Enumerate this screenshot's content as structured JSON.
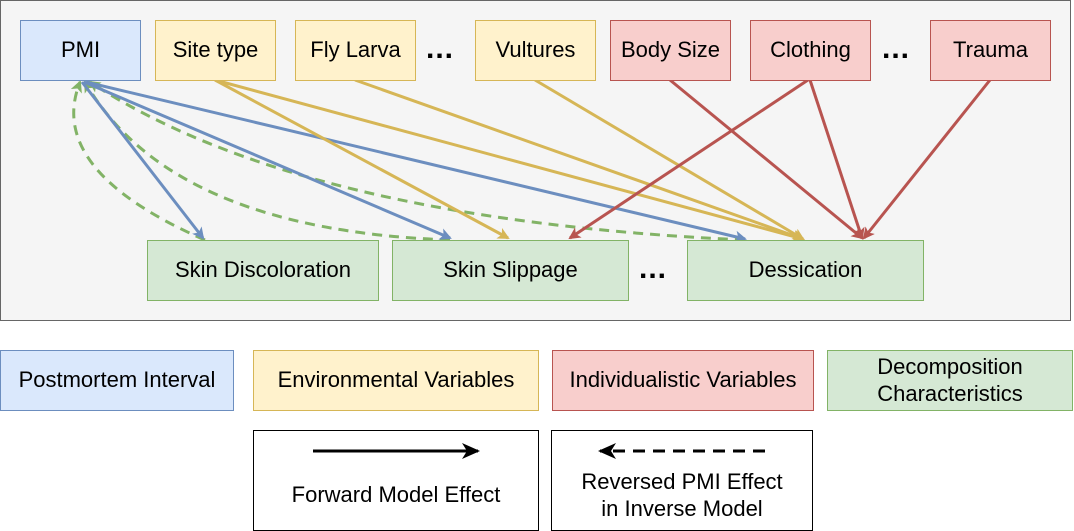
{
  "top_nodes": {
    "pmi": "PMI",
    "site_type": "Site type",
    "fly_larva": "Fly Larva",
    "ellipsis_env": "...",
    "vultures": "Vultures",
    "body_size": "Body Size",
    "clothing": "Clothing",
    "ellipsis_ind": "...",
    "trauma": "Trauma"
  },
  "bottom_nodes": {
    "skin_discoloration": "Skin Discoloration",
    "skin_slippage": "Skin Slippage",
    "ellipsis_dec": "...",
    "dessication": "Dessication"
  },
  "legend": {
    "postmortem_interval": "Postmortem Interval",
    "environmental_variables": "Environmental Variables",
    "individualistic_variables": "Individualistic Variables",
    "decomposition_line1": "Decomposition",
    "decomposition_line2": "Characteristics",
    "forward_label": "Forward Model Effect",
    "reversed_line1": "Reversed PMI Effect",
    "reversed_line2": "in Inverse Model"
  },
  "colors": {
    "blue_fill": "#dae8fc",
    "blue_stroke": "#6c8ebf",
    "yellow_fill": "#fff2cc",
    "yellow_stroke": "#d6b656",
    "red_fill": "#f8cecc",
    "red_stroke": "#b85450",
    "green_fill": "#d5e8d4",
    "green_stroke": "#82b366",
    "blue_arrow": "#6c8ebf",
    "yellow_arrow": "#d6b656",
    "red_arrow": "#b85450",
    "green_arrow": "#82b366"
  },
  "edges": [
    {
      "from": "pmi",
      "to": "skin_discoloration",
      "kind": "forward",
      "color": "blue"
    },
    {
      "from": "pmi",
      "to": "skin_slippage",
      "kind": "forward",
      "color": "blue"
    },
    {
      "from": "pmi",
      "to": "dessication",
      "kind": "forward",
      "color": "blue"
    },
    {
      "from": "skin_discoloration",
      "to": "pmi",
      "kind": "reversed",
      "color": "green"
    },
    {
      "from": "skin_slippage",
      "to": "pmi",
      "kind": "reversed",
      "color": "green"
    },
    {
      "from": "dessication",
      "to": "pmi",
      "kind": "reversed",
      "color": "green"
    },
    {
      "from": "site_type",
      "to": "skin_slippage",
      "kind": "forward",
      "color": "yellow"
    },
    {
      "from": "site_type",
      "to": "dessication",
      "kind": "forward",
      "color": "yellow"
    },
    {
      "from": "fly_larva",
      "to": "dessication",
      "kind": "forward",
      "color": "yellow"
    },
    {
      "from": "vultures",
      "to": "dessication",
      "kind": "forward",
      "color": "yellow"
    },
    {
      "from": "body_size",
      "to": "dessication",
      "kind": "forward",
      "color": "red"
    },
    {
      "from": "clothing",
      "to": "skin_slippage",
      "kind": "forward",
      "color": "red"
    },
    {
      "from": "clothing",
      "to": "dessication",
      "kind": "forward",
      "color": "red"
    },
    {
      "from": "trauma",
      "to": "dessication",
      "kind": "forward",
      "color": "red"
    }
  ]
}
